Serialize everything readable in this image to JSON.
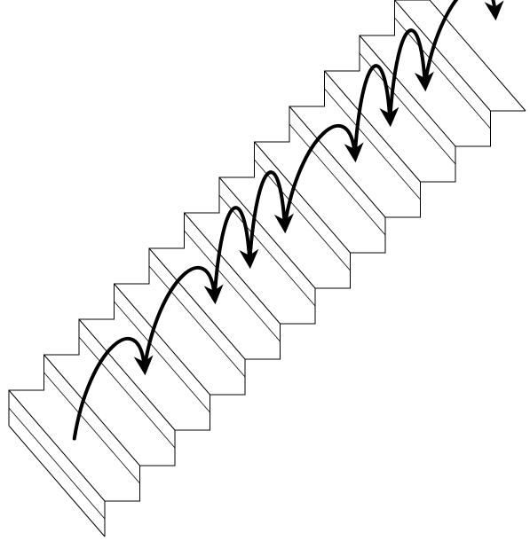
{
  "diagram": {
    "kind": "staircase-hops",
    "step_count": 12,
    "hops": [
      {
        "from_step": 1,
        "to_step": 3,
        "steps_spanned": 2
      },
      {
        "from_step": 3,
        "to_step": 5,
        "steps_spanned": 2
      },
      {
        "from_step": 5,
        "to_step": 6,
        "steps_spanned": 1
      },
      {
        "from_step": 6,
        "to_step": 7,
        "steps_spanned": 1
      },
      {
        "from_step": 7,
        "to_step": 9,
        "steps_spanned": 2
      },
      {
        "from_step": 9,
        "to_step": 10,
        "steps_spanned": 1
      },
      {
        "from_step": 10,
        "to_step": 11,
        "steps_spanned": 1
      },
      {
        "from_step": 11,
        "to_step": 13,
        "steps_spanned": 2
      }
    ],
    "colors": {
      "background": "#ffffff",
      "line": "#000000",
      "arrow": "#000000"
    }
  }
}
